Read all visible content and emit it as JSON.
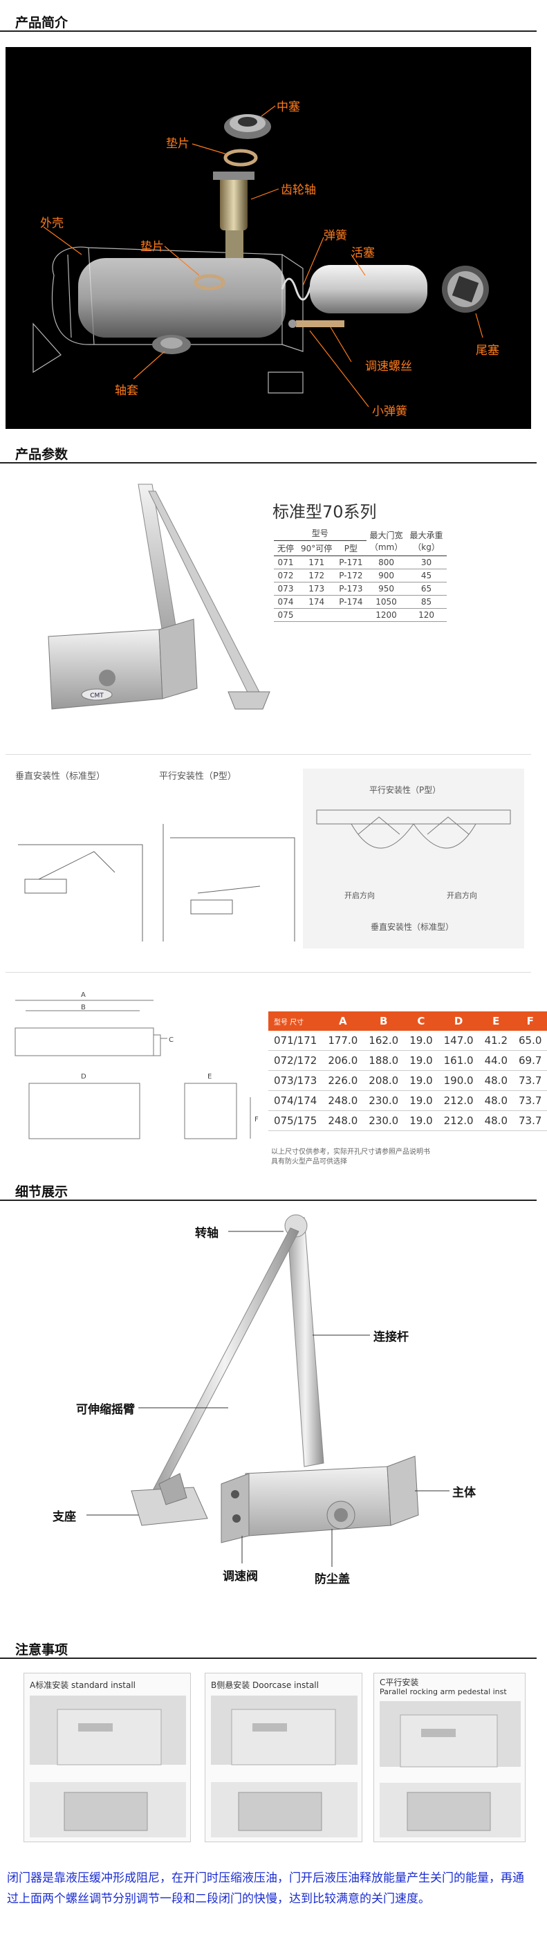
{
  "sections": {
    "intro": "产品简介",
    "params": "产品参数",
    "details": "细节展示",
    "notes": "注意事项"
  },
  "exploded_labels": {
    "zhongsai": "中塞",
    "dianpian1": "垫片",
    "chilunzhou": "齿轮轴",
    "dianpian2": "垫片",
    "tanhuang": "弹簧",
    "waike": "外壳",
    "huosai": "活塞",
    "tiaosuluosi": "调速螺丝",
    "weisai": "尾塞",
    "zhoutao": "轴套",
    "xiaotanhuang": "小弹簧"
  },
  "series": {
    "title": "标准型70系列",
    "headers": {
      "model": "型号",
      "no_stop": "无停",
      "stop90": "90°可停",
      "ptype": "P型",
      "max_width": "最大门宽",
      "max_width_unit": "（mm）",
      "max_load": "最大承重",
      "max_load_unit": "（kg）"
    },
    "rows": [
      {
        "a": "071",
        "b": "171",
        "c": "P-171",
        "w": "800",
        "kg": "30"
      },
      {
        "a": "072",
        "b": "172",
        "c": "P-172",
        "w": "900",
        "kg": "45"
      },
      {
        "a": "073",
        "b": "173",
        "c": "P-173",
        "w": "950",
        "kg": "65"
      },
      {
        "a": "074",
        "b": "174",
        "c": "P-174",
        "w": "1050",
        "kg": "85"
      },
      {
        "a": "075",
        "b": "",
        "c": "",
        "w": "1200",
        "kg": "120"
      }
    ],
    "brand": "CMT"
  },
  "install": {
    "vertical": "垂直安装性（标准型）",
    "parallel": "平行安装性（P型）",
    "diagram_parallel": "平行安装性（P型）",
    "open_dir1": "开启方向",
    "open_dir2": "开启方向",
    "diagram_vertical": "垂直安装性（标准型）"
  },
  "dims": {
    "header_first": "型号  尺寸",
    "cols": [
      "A",
      "B",
      "C",
      "D",
      "E",
      "F"
    ],
    "rows": [
      {
        "model": "071/171",
        "v": [
          "177.0",
          "162.0",
          "19.0",
          "147.0",
          "41.2",
          "65.0"
        ]
      },
      {
        "model": "072/172",
        "v": [
          "206.0",
          "188.0",
          "19.0",
          "161.0",
          "44.0",
          "69.7"
        ]
      },
      {
        "model": "073/173",
        "v": [
          "226.0",
          "208.0",
          "19.0",
          "190.0",
          "48.0",
          "73.7"
        ]
      },
      {
        "model": "074/174",
        "v": [
          "248.0",
          "230.0",
          "19.0",
          "212.0",
          "48.0",
          "73.7"
        ]
      },
      {
        "model": "075/175",
        "v": [
          "248.0",
          "230.0",
          "19.0",
          "212.0",
          "48.0",
          "73.7"
        ]
      }
    ],
    "note1": "以上尺寸仅供参考，实际开孔尺寸请参照产品说明书",
    "note2": "具有防火型产品可供选择",
    "dim_letters": {
      "a": "A",
      "b": "B",
      "c": "C",
      "d": "D",
      "e": "E",
      "f": "F"
    }
  },
  "detail_labels": {
    "zhuanzhou": "转轴",
    "lianjiegan": "连接杆",
    "shensuo": "可伸缩摇臂",
    "zhuti": "主体",
    "zhizuo": "支座",
    "tiaosufa": "调速阀",
    "fangchengai": "防尘盖"
  },
  "install_types": {
    "a": "A标准安装  standard install",
    "b": "B侧悬安装  Doorcase install",
    "c1": "C平行安装",
    "c2": "Parallel rocking arm pedestal inst"
  },
  "notice": "闭门器是靠液压缓冲形成阻尼，在开门时压缩液压油，门开后液压油释放能量产生关门的能量，再通过上面两个螺丝调节分别调节一段和二段闭门的快慢，达到比较满意的关门速度。",
  "colors": {
    "accent": "#e8541e",
    "label_orange": "#ff7a1a",
    "notice_blue": "#1a2bd0"
  }
}
